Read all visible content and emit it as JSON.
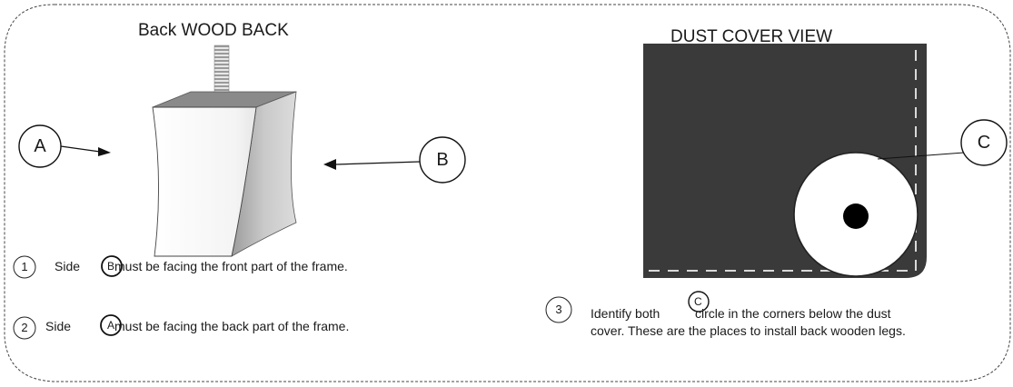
{
  "left_panel": {
    "title": "Back WOOD BACK",
    "callout_a": "A",
    "callout_b": "B",
    "step1": {
      "number": "1",
      "before": "Side",
      "letter": "B",
      "after": "must be facing the front part of the frame."
    },
    "step2": {
      "number": "2",
      "before": "Side",
      "letter": "A",
      "after": "must be facing the back part of the frame."
    }
  },
  "right_panel": {
    "title": "DUST COVER VIEW",
    "callout_c": "C",
    "step3": {
      "number": "3",
      "before": "Identify both",
      "letter": "C",
      "after_line1": "circle in the corners below the dust",
      "line2": "cover. These are the places to install back wooden legs."
    }
  },
  "colors": {
    "dust_cover": "#3a3a3a",
    "stitching": "#d9d9d9",
    "leg_front": "#f7f7f7",
    "leg_side": "#b5b5b5",
    "leg_top": "#8a8a8a",
    "border": "#444444"
  }
}
